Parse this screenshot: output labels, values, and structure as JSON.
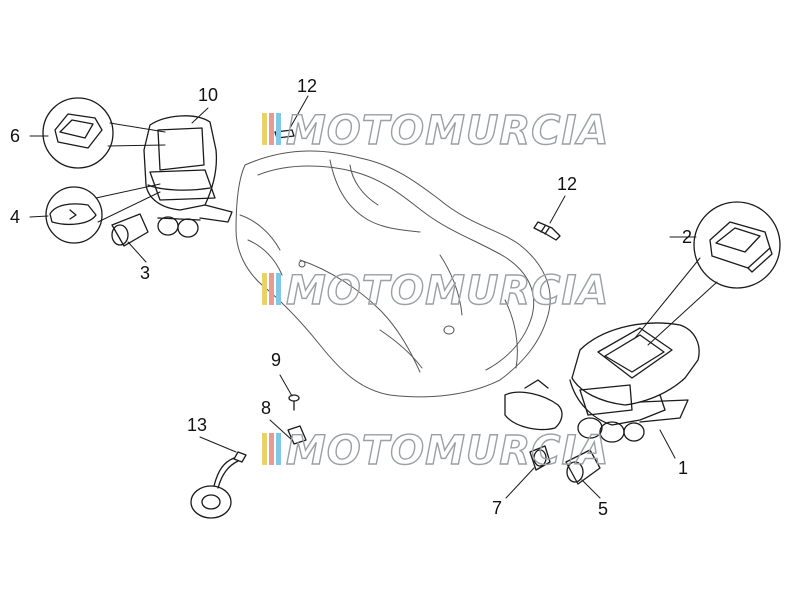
{
  "watermark": {
    "text": "MOTOMURCIA",
    "stripe_colors": [
      "#e8d36a",
      "#e89a96",
      "#7fc8e8"
    ],
    "text_color": "#9aa0a6"
  },
  "colors": {
    "line": "#1a1a1a",
    "background": "#ffffff",
    "label": "#111111"
  },
  "callouts": [
    {
      "id": "1",
      "text": "1"
    },
    {
      "id": "2",
      "text": "2"
    },
    {
      "id": "3",
      "text": "3"
    },
    {
      "id": "4",
      "text": "4"
    },
    {
      "id": "5",
      "text": "5"
    },
    {
      "id": "6",
      "text": "6"
    },
    {
      "id": "7",
      "text": "7"
    },
    {
      "id": "8",
      "text": "8"
    },
    {
      "id": "9",
      "text": "9"
    },
    {
      "id": "10",
      "text": "10"
    },
    {
      "id": "12a",
      "text": "12"
    },
    {
      "id": "12b",
      "text": "12"
    },
    {
      "id": "13",
      "text": "13"
    }
  ]
}
